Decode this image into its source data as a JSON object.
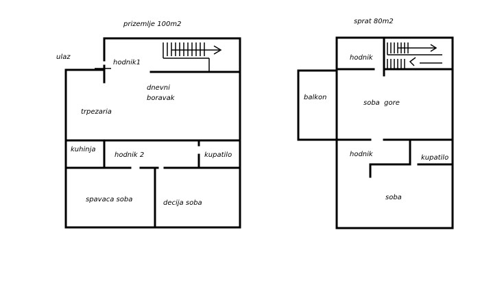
{
  "ground_floor": {
    "title": "prizemlje 100m2",
    "entrance": "ulaz",
    "rooms": {
      "hallway1": "hodnik1",
      "living": [
        "dnevni",
        "boravak"
      ],
      "dining": "trpezaria",
      "kitchen": "kuhinja",
      "hallway2": "hodnik 2",
      "bathroom": "kupatilo",
      "bedroom": "spavaca soba",
      "kids_room": "decija soba"
    }
  },
  "upper_floor": {
    "title": "sprat 80m2",
    "rooms": {
      "hallway_top": "hodnik",
      "balcony": "balkon",
      "upstairs_room": "soba  gore",
      "hallway_bottom": "hodnik",
      "bathroom": "kupatilo",
      "room": "soba"
    }
  }
}
